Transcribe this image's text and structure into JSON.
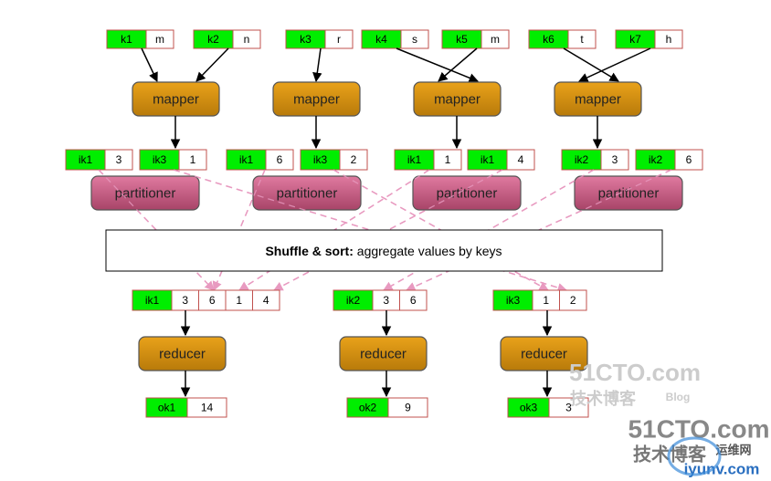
{
  "inputs": [
    {
      "key": "k1",
      "value": "m"
    },
    {
      "key": "k2",
      "value": "n"
    },
    {
      "key": "k3",
      "value": "r"
    },
    {
      "key": "k4",
      "value": "s"
    },
    {
      "key": "k5",
      "value": "m"
    },
    {
      "key": "k6",
      "value": "t"
    },
    {
      "key": "k7",
      "value": "h"
    }
  ],
  "mapper_label": "mapper",
  "intermediate": [
    {
      "key": "ik1",
      "value": "3"
    },
    {
      "key": "ik3",
      "value": "1"
    },
    {
      "key": "ik1",
      "value": "6"
    },
    {
      "key": "ik3",
      "value": "2"
    },
    {
      "key": "ik1",
      "value": "1"
    },
    {
      "key": "ik1",
      "value": "4"
    },
    {
      "key": "ik2",
      "value": "3"
    },
    {
      "key": "ik2",
      "value": "6"
    }
  ],
  "partitioner_label": "partitioner",
  "shuffle": {
    "bold": "Shuffle & sort:",
    "rest": " aggregate values by keys"
  },
  "reducer_inputs": [
    {
      "key": "ik1",
      "values": [
        "3",
        "6",
        "1",
        "4"
      ]
    },
    {
      "key": "ik2",
      "values": [
        "3",
        "6"
      ]
    },
    {
      "key": "ik3",
      "values": [
        "1",
        "2"
      ]
    }
  ],
  "reducer_label": "reducer",
  "outputs": [
    {
      "key": "ok1",
      "value": "14"
    },
    {
      "key": "ok2",
      "value": "9"
    },
    {
      "key": "ok3",
      "value": "3"
    }
  ],
  "watermarks": [
    "51CTO.com",
    "技术博客",
    "Blog",
    "51CTO.com",
    "技术博客",
    "运维网",
    "iyunv.com"
  ],
  "colors": {
    "green": "#00ee00",
    "pair_border": "#c0504d",
    "mapper": "#d4900a",
    "partitioner": "#c0577a",
    "dash": "#e89ac0"
  }
}
